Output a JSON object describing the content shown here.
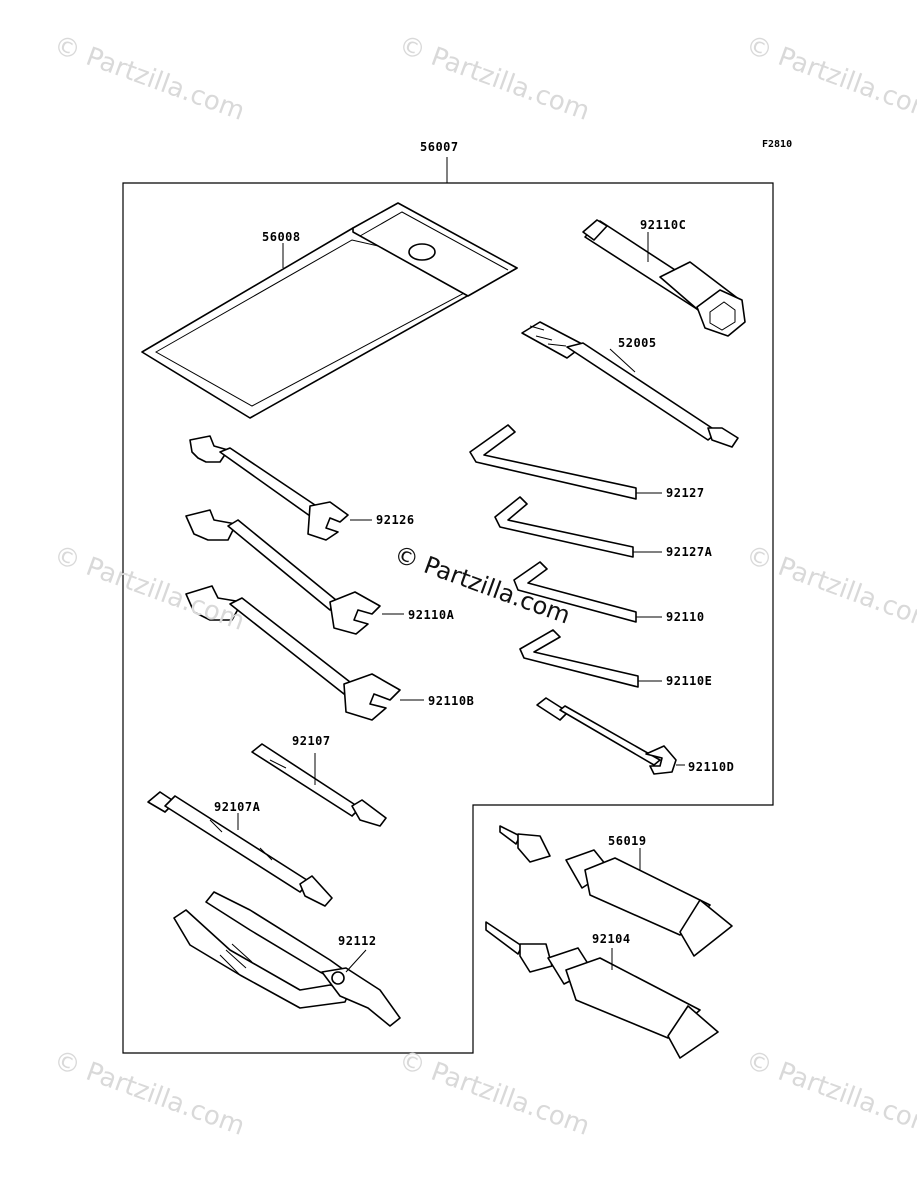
{
  "figure_ref": "F2810",
  "watermarks": [
    "© Partzilla.com",
    "© Partzilla.com",
    "© Partzilla.com",
    "© Partzilla.com",
    "© Partzilla.com",
    "© Partzilla.com",
    "© Partzilla.com",
    "© Partzilla.com"
  ],
  "center_watermark": "© Partzilla.com",
  "parts": {
    "kit": "56007",
    "pouch": "56008",
    "plug_wrench": "92110C",
    "screwdriver_long": "52005",
    "hex_wrench_1": "92127",
    "hex_wrench_2": "92127A",
    "hex_wrench_3": "92110",
    "hex_wrench_4": "92110E",
    "spoke_wrench": "92110D",
    "open_wrench_small": "92126",
    "open_wrench_mid": "92110A",
    "open_wrench_large": "92110B",
    "screwdriver_bit": "92107",
    "screwdriver_handle": "92107A",
    "pliers": "92112",
    "grease_tube_1": "56019",
    "grease_tube_2": "92104"
  }
}
